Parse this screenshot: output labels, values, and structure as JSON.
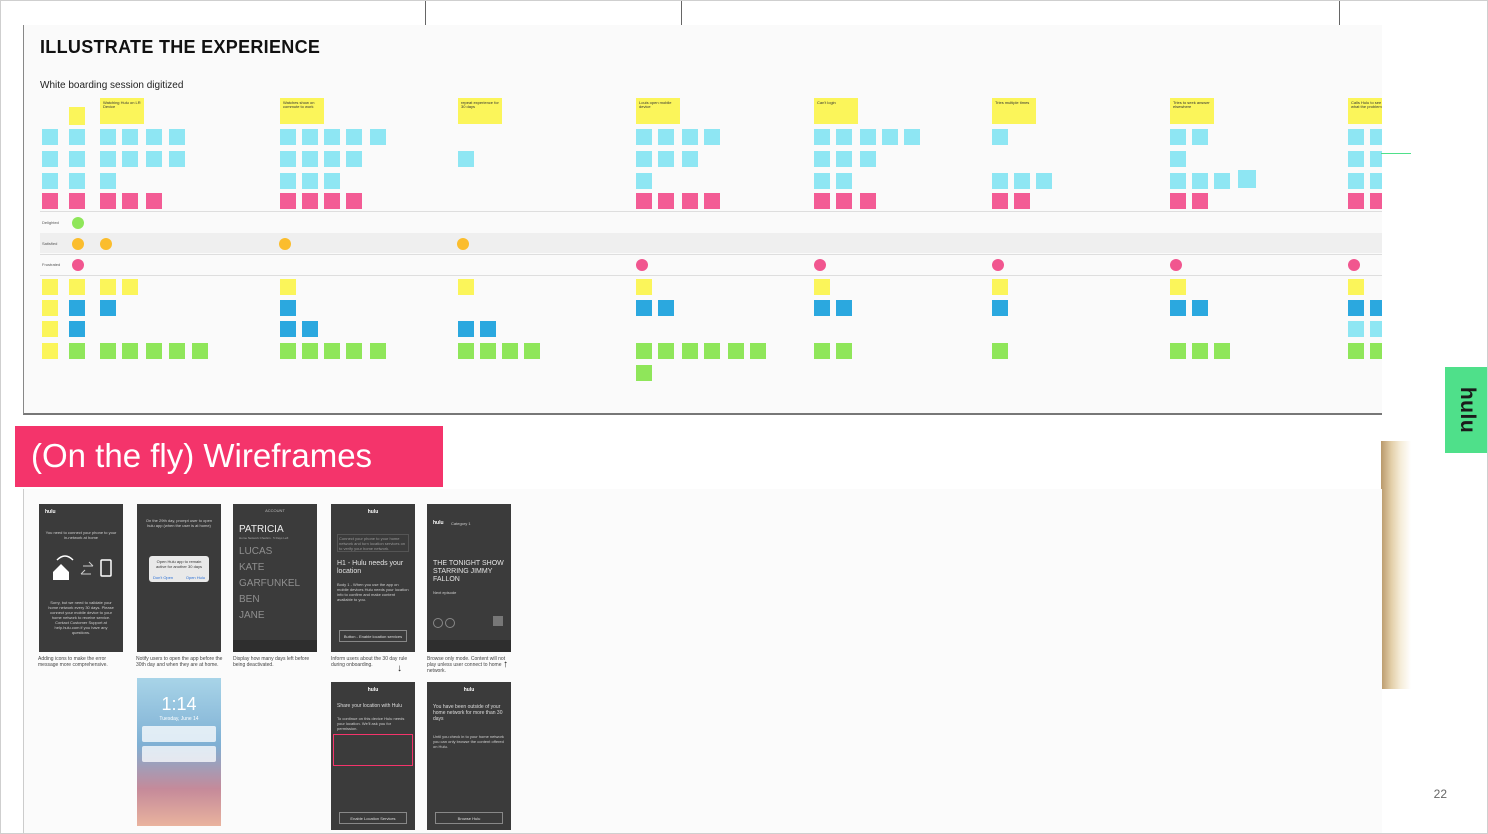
{
  "board": {
    "title": "ILLUSTRATE THE EXPERIENCE",
    "subtitle": "White boarding session digitized",
    "stage_headers": [
      "Watching Hulu on LR Device",
      "Watches show on commute to work",
      "repeat experience for 30 days",
      "Louis open mobile device",
      "Can't login",
      "Tries multiple times",
      "Tries to seek answer elsewhere",
      "Calls Hulu to see what the problem is"
    ],
    "lanes": [
      "Delighted",
      "Satisfied",
      "Frustrated"
    ]
  },
  "banner": {
    "label": "(On the fly) Wireframes"
  },
  "brand": {
    "name": "hulu"
  },
  "wireframes": [
    {
      "brand": "hulu",
      "text": "You need to connect your phone to your in-network at home",
      "body": "Sorry, but we need to validate your home network every 30 days. Please connect your mobile device to your home network to receive service. Contact Customer Support at help.hulu.com if you have any questions.",
      "caption": "Adding icons to make the error message more comprehensive."
    },
    {
      "text": "On the 29th day, prompt user to open hulu app (when the user is at home)",
      "dialog": "Open Hulu app to remain active for another 30 days",
      "dialog_cancel": "Don't Open",
      "dialog_ok": "Open Hulu",
      "caption": "Notify users to open the app before the 30th day and when they are at home."
    },
    {
      "header": "ACCOUNT",
      "names": [
        "PATRICIA",
        "LUCAS",
        "KATE",
        "GARFUNKEL",
        "BEN",
        "JANE"
      ],
      "subline": "Home Network Checkin · 5 Days Left",
      "caption": "Display how many days left before being deactivated."
    },
    {
      "brand": "hulu",
      "text": "Connect your phone to your home network and turn location services on to verify your home network.",
      "title": "H1 - Hulu needs your location",
      "body": "Body 1 - When you use the app on mobile devices Hulu needs your location info to confirm and make content available to you.",
      "button": "Button - Enable location services",
      "caption": "Inform users about the 30 day rule during onboarding."
    },
    {
      "brand": "hulu",
      "tab": "Category 1",
      "title": "THE TONIGHT SHOW STARRING JIMMY FALLON",
      "body": "Next episode",
      "caption": "Browse only mode. Content will not play unless user connect to home network."
    },
    {
      "lock_time": "1:14",
      "lock_date": "Tuesday, June 14"
    },
    {
      "brand": "hulu",
      "title": "Share your location with Hulu",
      "body": "To continue on this device Hulu needs your location. We'll ask you for permission.",
      "button": "Enable Location Services"
    },
    {
      "brand": "hulu",
      "title": "You have been outside of your home network for more than 30 days",
      "body": "Until you check in to your home network you can only browse the content offered on Hulu.",
      "button": "Browse Hulu"
    }
  ],
  "page": {
    "number": "22"
  }
}
